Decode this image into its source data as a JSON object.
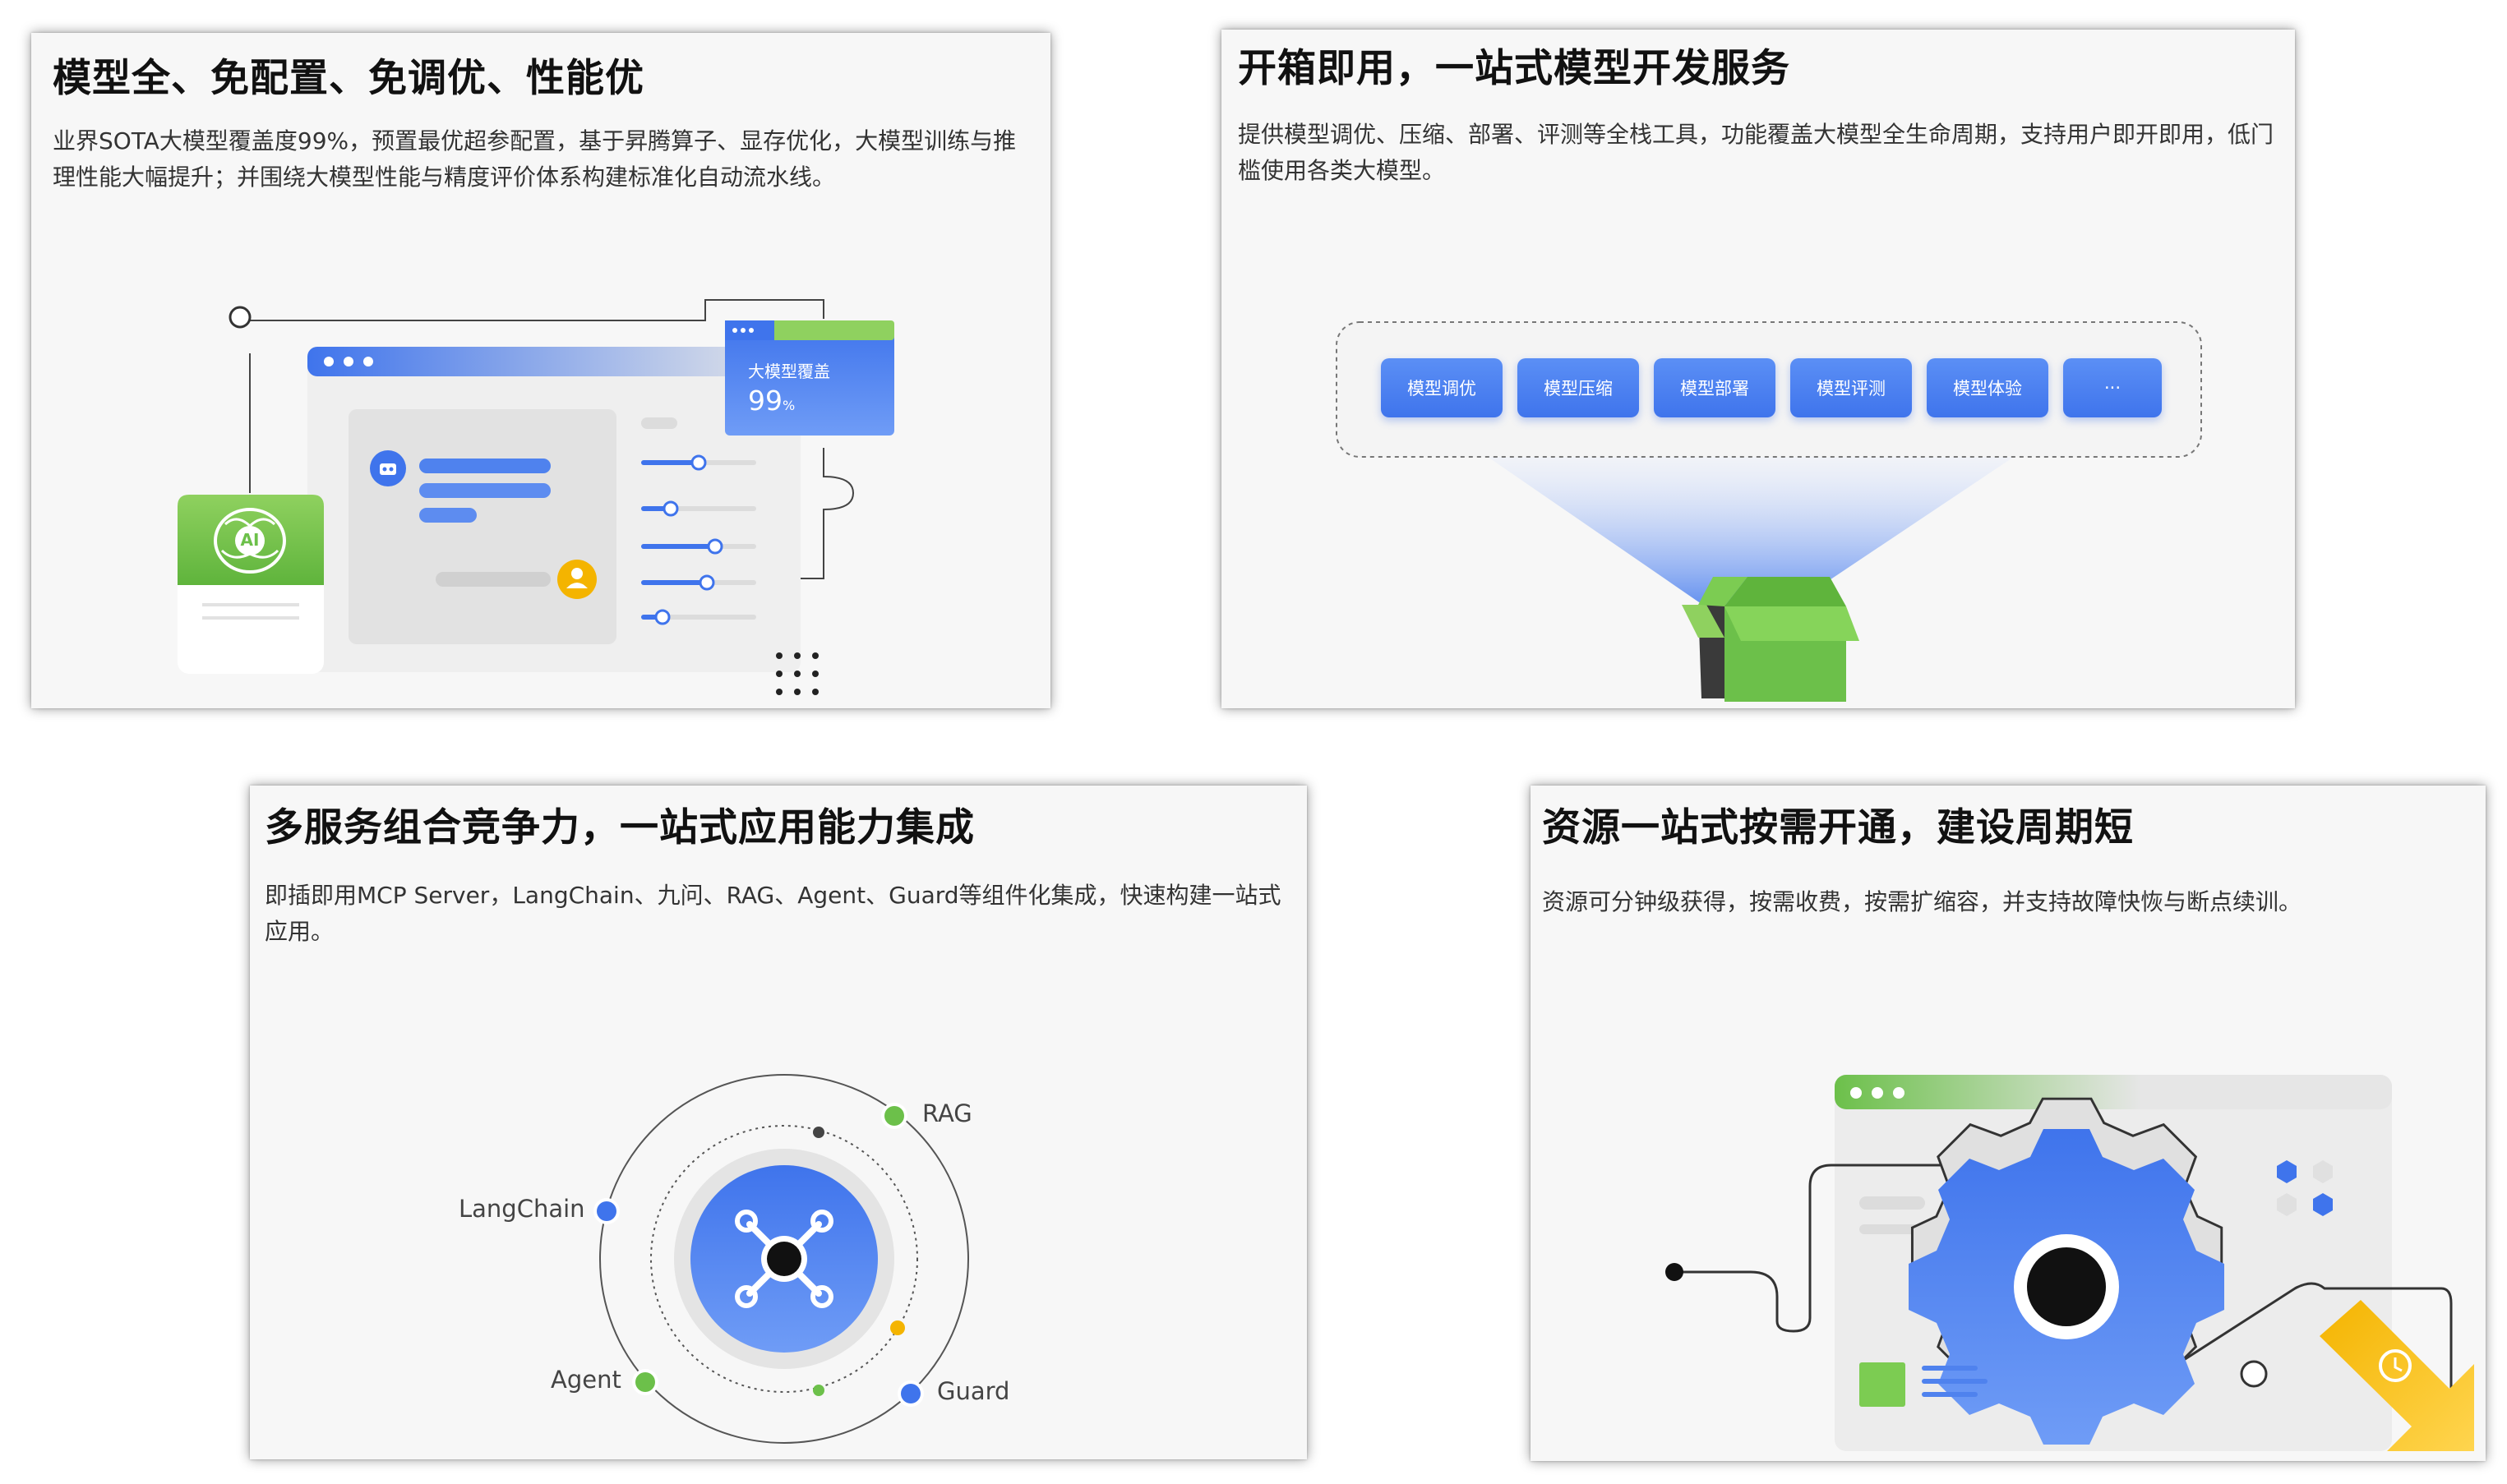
{
  "cards": [
    {
      "title": "模型全、免配置、免调优、性能优",
      "desc": "业界SOTA大模型覆盖度99%，预置最优超参配置，基于昇腾算子、显存优化，大模型训练与推理性能大幅提升；并围绕大模型性能与精度评价体系构建标准化自动流水线。",
      "badge_label": "大模型覆盖",
      "badge_value": "99",
      "badge_unit": "%",
      "chip_text": "AI"
    },
    {
      "title": "开箱即用，一站式模型开发服务",
      "desc": "提供模型调优、压缩、部署、评测等全栈工具，功能覆盖大模型全生命周期，支持用户即开即用，低门槛使用各类大模型。",
      "chips": [
        "模型调优",
        "模型压缩",
        "模型部署",
        "模型评测",
        "模型体验",
        "···"
      ]
    },
    {
      "title": "多服务组合竞争力，一站式应用能力集成",
      "desc": "即插即用MCP Server，LangChain、九问、RAG、Agent、Guard等组件化集成，快速构建一站式应用。",
      "nodes": [
        "RAG",
        "LangChain",
        "Agent",
        "Guard"
      ]
    },
    {
      "title": "资源一站式按需开通，建设周期短",
      "desc": "资源可分钟级获得，按需收费，按需扩缩容，并支持故障快恢与断点续训。"
    }
  ],
  "colors": {
    "blue": "#3f74ec",
    "green": "#6cc04a",
    "orange": "#f4b400"
  }
}
